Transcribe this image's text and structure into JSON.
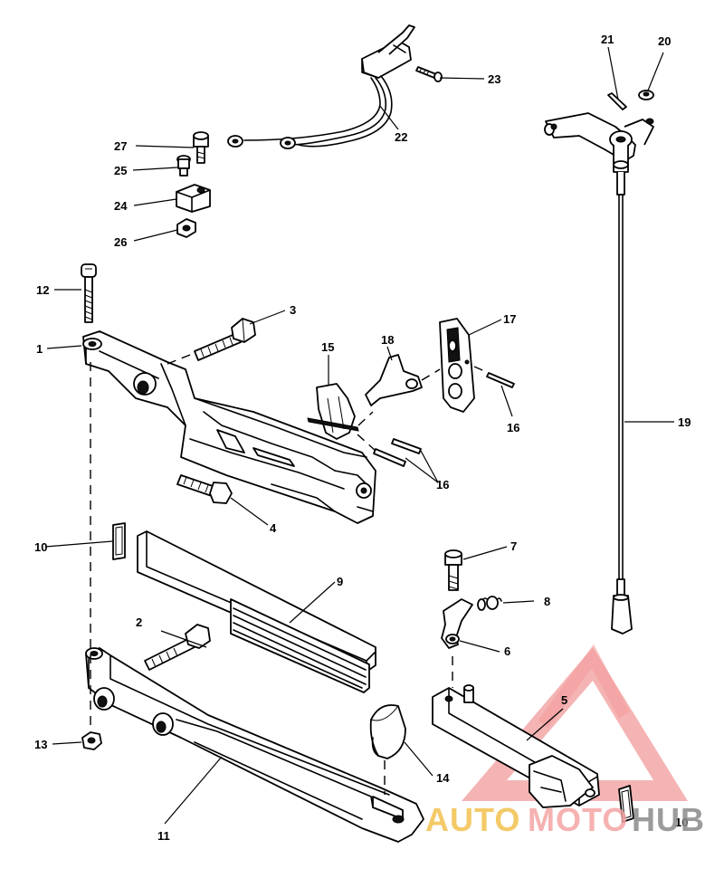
{
  "callouts": {
    "c1": "1",
    "c2": "2",
    "c3": "3",
    "c4": "4",
    "c5": "5",
    "c6": "6",
    "c7": "7",
    "c8": "8",
    "c9": "9",
    "c10a": "10",
    "c10b": "10",
    "c11": "11",
    "c12": "12",
    "c13": "13",
    "c14": "14",
    "c15": "15",
    "c16a": "16",
    "c16b": "16",
    "c17": "17",
    "c18": "18",
    "c19": "19",
    "c20": "20",
    "c21": "21",
    "c22": "22",
    "c23": "23",
    "c24": "24",
    "c25": "25",
    "c26": "26",
    "c27": "27"
  },
  "watermark": {
    "part1": "AUTO",
    "part2": "MOTO",
    "part3": "HUB",
    "colors": {
      "auto": "#f2c14e",
      "moto": "#f4a3a3",
      "hub": "#8a8a8a",
      "triangle": "#f08a8a"
    }
  }
}
